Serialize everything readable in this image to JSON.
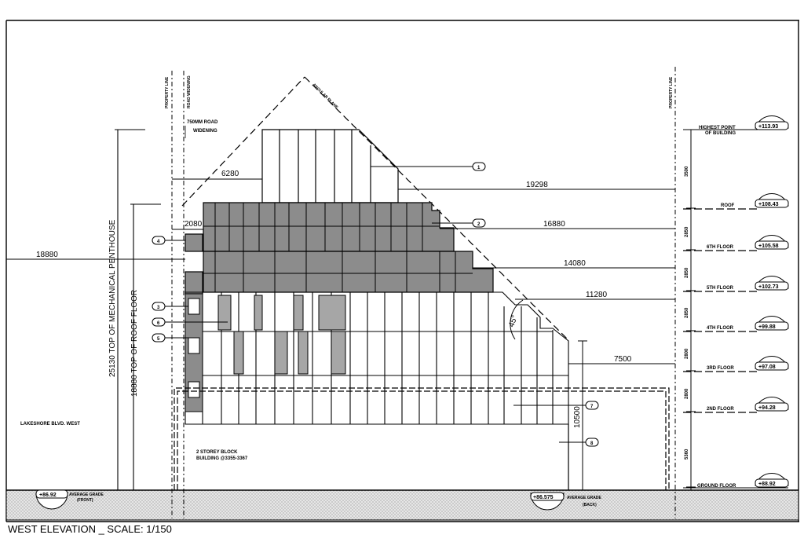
{
  "drawing": {
    "title": "WEST ELEVATION _ SCALE: 1/150",
    "property_line_label": "PROPERTY LINE",
    "road_widening_label": "ROAD WIDENING",
    "road_widening_note_line1": "750MM ROAD",
    "road_widening_note_line2": "WIDENING",
    "angular_plane_label": "ANGULAR PLANE",
    "street_label": "LAKESHORE BLVD. WEST",
    "neighbor_note_line1": "2 STOREY BLOCK",
    "neighbor_note_line2": "BUILDING @3355-3367",
    "grade_front_elev": "+86.92",
    "grade_front_line1": "AVERAGE GRADE",
    "grade_front_line2": "(FRONT)",
    "grade_back_elev": "+86.575",
    "grade_back_line1": "AVERAGE GRADE",
    "grade_back_line2": "(BACK)",
    "angle_label": "45°",
    "vertical_dims": {
      "penthouse": "25130 TOP OF MECHANICAL PENTHOUSE",
      "roof_floor": "18880 TOP OF ROOF FLOOR"
    },
    "setbacks": {
      "left_18880": "18880",
      "d6280": "6280",
      "d2080": "2080",
      "d19298": "19298",
      "d16880": "16880",
      "d14080": "14080",
      "d11280": "11280",
      "d7500": "7500",
      "d10500": "10500"
    },
    "floor_heights": [
      "3500",
      "2850",
      "2850",
      "2850",
      "2800",
      "2800",
      "5360"
    ],
    "levels": [
      {
        "name_line1": "HIGHEST POINT",
        "name_line2": "OF BUILDING",
        "elev": "+113.93"
      },
      {
        "name_line1": "ROOF",
        "name_line2": "",
        "elev": "+108.43"
      },
      {
        "name_line1": "6TH FLOOR",
        "name_line2": "",
        "elev": "+105.58"
      },
      {
        "name_line1": "5TH FLOOR",
        "name_line2": "",
        "elev": "+102.73"
      },
      {
        "name_line1": "4TH FLOOR",
        "name_line2": "",
        "elev": "+99.88"
      },
      {
        "name_line1": "3RD FLOOR",
        "name_line2": "",
        "elev": "+97.08"
      },
      {
        "name_line1": "2ND FLOOR",
        "name_line2": "",
        "elev": "+94.28"
      },
      {
        "name_line1": "GROUND FLOOR",
        "name_line2": "",
        "elev": "+88.92"
      }
    ],
    "tags": [
      "1",
      "2",
      "3",
      "4",
      "5",
      "6",
      "7",
      "8"
    ],
    "colors": {
      "line": "#000000",
      "shade": "#8c8c8c",
      "hatch": "#dcdcdc"
    }
  }
}
